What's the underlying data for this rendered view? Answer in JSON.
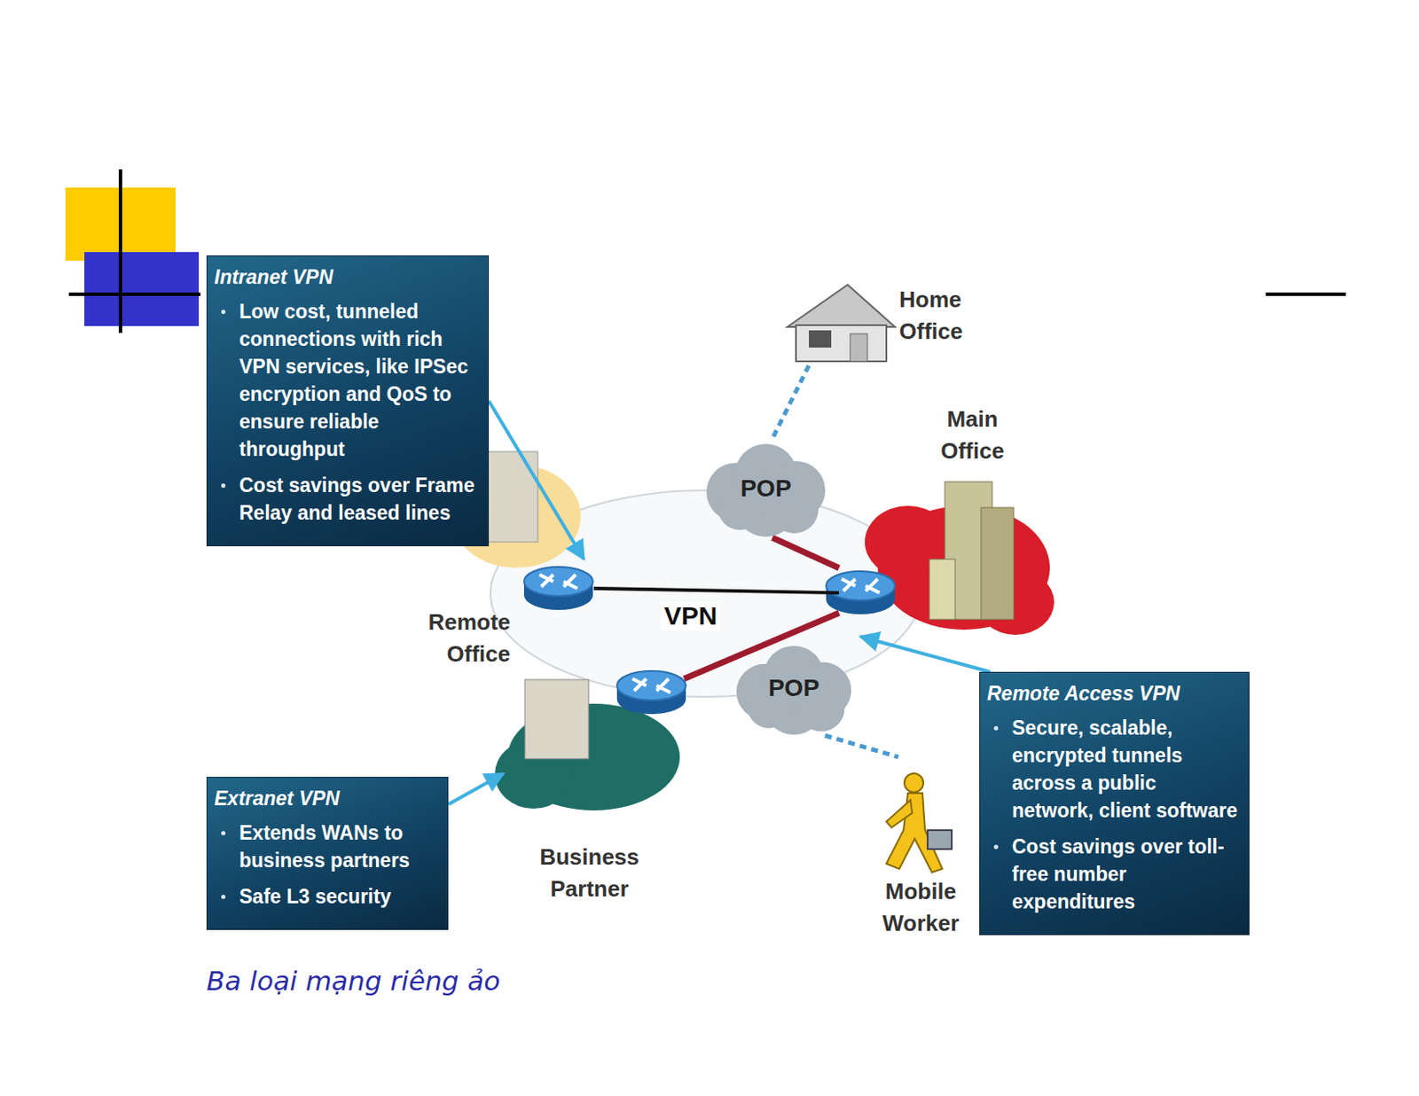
{
  "diagram": {
    "caption": "Ba loại mạng riêng ảo",
    "nodes": [
      {
        "text": [
          "Intranet VPN",
          "Low cost, tunneled connections with rich VPN services, like IPSec encryption and QoS to ensure reliable throughput",
          "Cost savings over Frame Relay and leased lines"
        ]
      },
      {
        "text": [
          "Home Office"
        ]
      },
      {
        "text": [
          "POP"
        ]
      },
      {
        "text": [
          "Main Office"
        ]
      },
      {
        "text": [
          "Remote Office"
        ]
      },
      {
        "text": [
          "Business Partner"
        ]
      },
      {
        "text": [
          "POP"
        ]
      },
      {
        "text": [
          "Mobile Worker"
        ]
      },
      {
        "text": [
          "Extranet VPN",
          "Extends WANs to business partners",
          "Safe L3 security"
        ]
      },
      {
        "text": [
          "Remote Access VPN",
          "Secure, scalable, encrypted tunnels across a public network, client software",
          "Cost savings over toll-free number expenditures"
        ]
      }
    ],
    "edges": [
      {
        "from": 4,
        "to": 3,
        "label": "VPN",
        "arrow": "none"
      },
      {
        "from": 5,
        "to": 3,
        "arrow": "none"
      },
      {
        "from": 2,
        "to": 3,
        "arrow": "none"
      },
      {
        "from": 1,
        "to": 2,
        "arrow": "none"
      },
      {
        "from": 6,
        "to": 7,
        "arrow": "none"
      },
      {
        "from": 8,
        "to": 5,
        "arrow": "to"
      },
      {
        "from": 0,
        "to": 4,
        "arrow": "to"
      },
      {
        "from": 9,
        "to": 3,
        "arrow": "to"
      }
    ]
  }
}
